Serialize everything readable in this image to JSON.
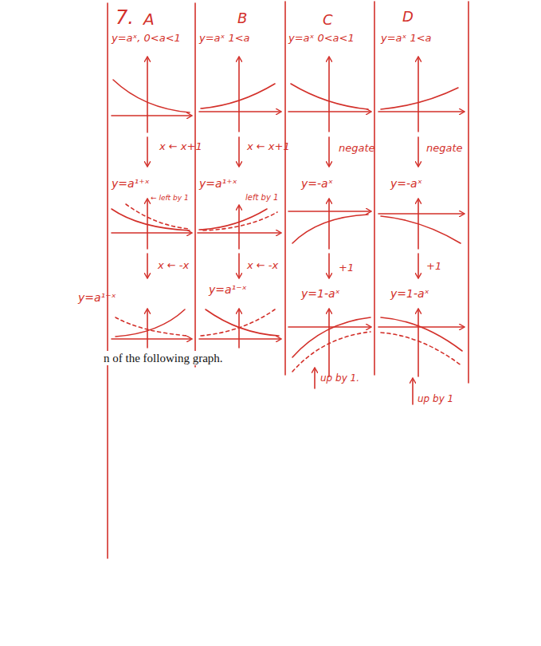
{
  "diagram": {
    "labels": [
      "7.",
      "A",
      "B",
      "C",
      "D",
      "y=aˣ, 0<a<1",
      "y=aˣ 1<a",
      "y=aˣ 0<a<1",
      "y=aˣ 1<a",
      "x ← x+1",
      "x ← x+1",
      "negate",
      "negate",
      "y=a¹⁺ˣ",
      "← left by 1",
      "y=a¹⁺ˣ",
      "left by 1",
      "y=-aˣ",
      "y=-aˣ",
      "x ← -x",
      "x ← -x",
      "+1",
      "+1",
      "y=a¹⁻ˣ",
      "y=a¹⁻ˣ",
      "y=1-aˣ",
      "y=1-aˣ",
      "up by 1.",
      "up by 1",
      "n of the following graph."
    ]
  }
}
